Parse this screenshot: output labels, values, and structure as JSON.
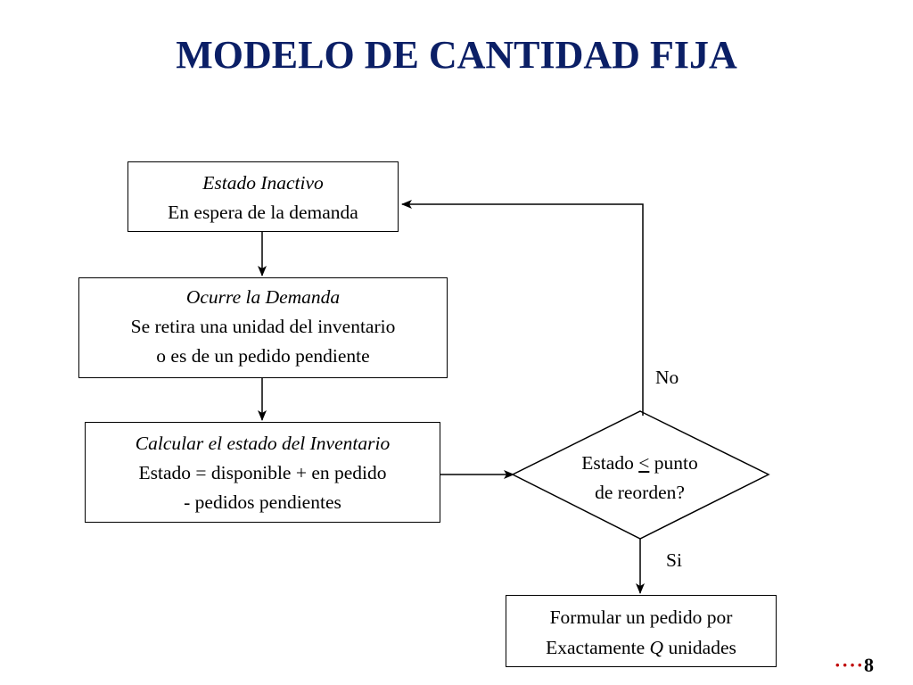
{
  "title": "MODELO DE CANTIDAD FIJA",
  "colors": {
    "title": "#0b1f66",
    "dots": "#c00000"
  },
  "nodes": {
    "idle": {
      "line1": "Estado Inactivo",
      "line2": "En espera de la demanda"
    },
    "demand": {
      "line1": "Ocurre la Demanda",
      "line2": "Se retira una unidad del inventario",
      "line3": "o es de un pedido pendiente"
    },
    "calc": {
      "line1": "Calcular el estado del Inventario",
      "line2": "Estado = disponible + en pedido",
      "line3": "- pedidos pendientes"
    },
    "decision": {
      "line1_pre": "Estado ",
      "line1_symbol": "<",
      "line1_post": " punto",
      "line2": "de reorden?"
    },
    "order": {
      "line1": "Formular un pedido por",
      "line2_pre": "Exactamente ",
      "line2_var": "Q",
      "line2_post": " unidades"
    }
  },
  "edge_labels": {
    "no": "No",
    "si": "Si"
  },
  "footer": {
    "dots": "····",
    "page_number": "8"
  }
}
